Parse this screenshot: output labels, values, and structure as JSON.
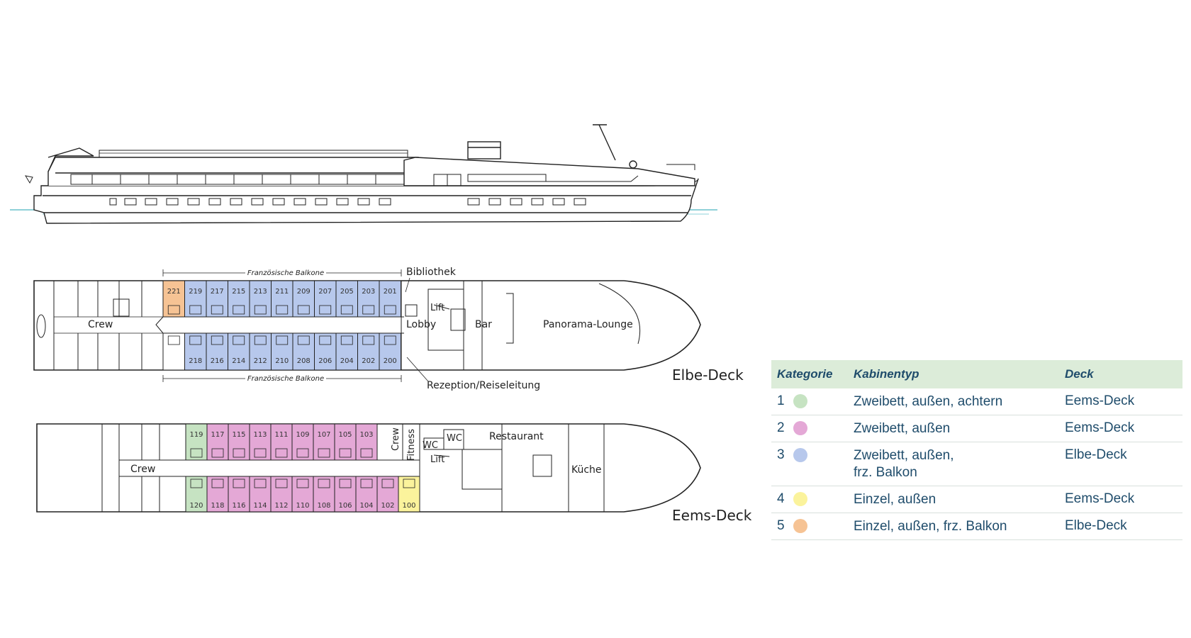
{
  "colors": {
    "cat1": "#c6e3c2",
    "cat2": "#e4a8d6",
    "cat3": "#b7c8ec",
    "cat4": "#fbf39c",
    "cat5": "#f6c394",
    "outline": "#222222",
    "water": "#8ed0d8"
  },
  "elbe_deck": {
    "name": "Elbe-Deck",
    "balcony_label_top": "Französische Balkone",
    "balcony_label_bottom": "Französische Balkone",
    "top_cabins": [
      {
        "no": "221",
        "cat": 5
      },
      {
        "no": "219",
        "cat": 3
      },
      {
        "no": "217",
        "cat": 3
      },
      {
        "no": "215",
        "cat": 3
      },
      {
        "no": "213",
        "cat": 3
      },
      {
        "no": "211",
        "cat": 3
      },
      {
        "no": "209",
        "cat": 3
      },
      {
        "no": "207",
        "cat": 3
      },
      {
        "no": "205",
        "cat": 3
      },
      {
        "no": "203",
        "cat": 3
      },
      {
        "no": "201",
        "cat": 3
      }
    ],
    "bottom_cabins": [
      {
        "no": "",
        "cat": 0
      },
      {
        "no": "218",
        "cat": 3
      },
      {
        "no": "216",
        "cat": 3
      },
      {
        "no": "214",
        "cat": 3
      },
      {
        "no": "212",
        "cat": 3
      },
      {
        "no": "210",
        "cat": 3
      },
      {
        "no": "208",
        "cat": 3
      },
      {
        "no": "206",
        "cat": 3
      },
      {
        "no": "204",
        "cat": 3
      },
      {
        "no": "202",
        "cat": 3
      },
      {
        "no": "200",
        "cat": 3
      }
    ],
    "labels": {
      "crew": "Crew",
      "lobby": "Lobby",
      "lift": "Lift",
      "bar": "Bar",
      "lounge": "Panorama-Lounge",
      "library": "Bibliothek",
      "reception": "Rezeption/Reiseleitung"
    }
  },
  "eems_deck": {
    "name": "Eems-Deck",
    "top_cabins": [
      {
        "no": "119",
        "cat": 1
      },
      {
        "no": "117",
        "cat": 2
      },
      {
        "no": "115",
        "cat": 2
      },
      {
        "no": "113",
        "cat": 2
      },
      {
        "no": "111",
        "cat": 2
      },
      {
        "no": "109",
        "cat": 2
      },
      {
        "no": "107",
        "cat": 2
      },
      {
        "no": "105",
        "cat": 2
      },
      {
        "no": "103",
        "cat": 2
      }
    ],
    "bottom_cabins": [
      {
        "no": "120",
        "cat": 1
      },
      {
        "no": "118",
        "cat": 2
      },
      {
        "no": "116",
        "cat": 2
      },
      {
        "no": "114",
        "cat": 2
      },
      {
        "no": "112",
        "cat": 2
      },
      {
        "no": "110",
        "cat": 2
      },
      {
        "no": "108",
        "cat": 2
      },
      {
        "no": "106",
        "cat": 2
      },
      {
        "no": "104",
        "cat": 2
      },
      {
        "no": "102",
        "cat": 2
      },
      {
        "no": "100",
        "cat": 4
      }
    ],
    "labels": {
      "crew": "Crew",
      "crew_vertical": "Crew",
      "fitness": "Fitness",
      "wc1": "WC",
      "wc2": "WC",
      "lift": "Lift",
      "restaurant": "Restaurant",
      "kitchen": "Küche"
    }
  },
  "legend": {
    "headers": {
      "category": "Kategorie",
      "type": "Kabinentyp",
      "deck": "Deck"
    },
    "rows": [
      {
        "num": "1",
        "color": "#c6e3c2",
        "type": "Zweibett, außen, achtern",
        "deck": "Eems-Deck"
      },
      {
        "num": "2",
        "color": "#e4a8d6",
        "type": "Zweibett, außen",
        "deck": "Eems-Deck"
      },
      {
        "num": "3",
        "color": "#b7c8ec",
        "type": "Zweibett, außen,\nfrz. Balkon",
        "deck": "Elbe-Deck"
      },
      {
        "num": "4",
        "color": "#fbf39c",
        "type": "Einzel, außen",
        "deck": "Eems-Deck"
      },
      {
        "num": "5",
        "color": "#f6c394",
        "type": "Einzel, außen, frz. Balkon",
        "deck": "Elbe-Deck"
      }
    ]
  }
}
